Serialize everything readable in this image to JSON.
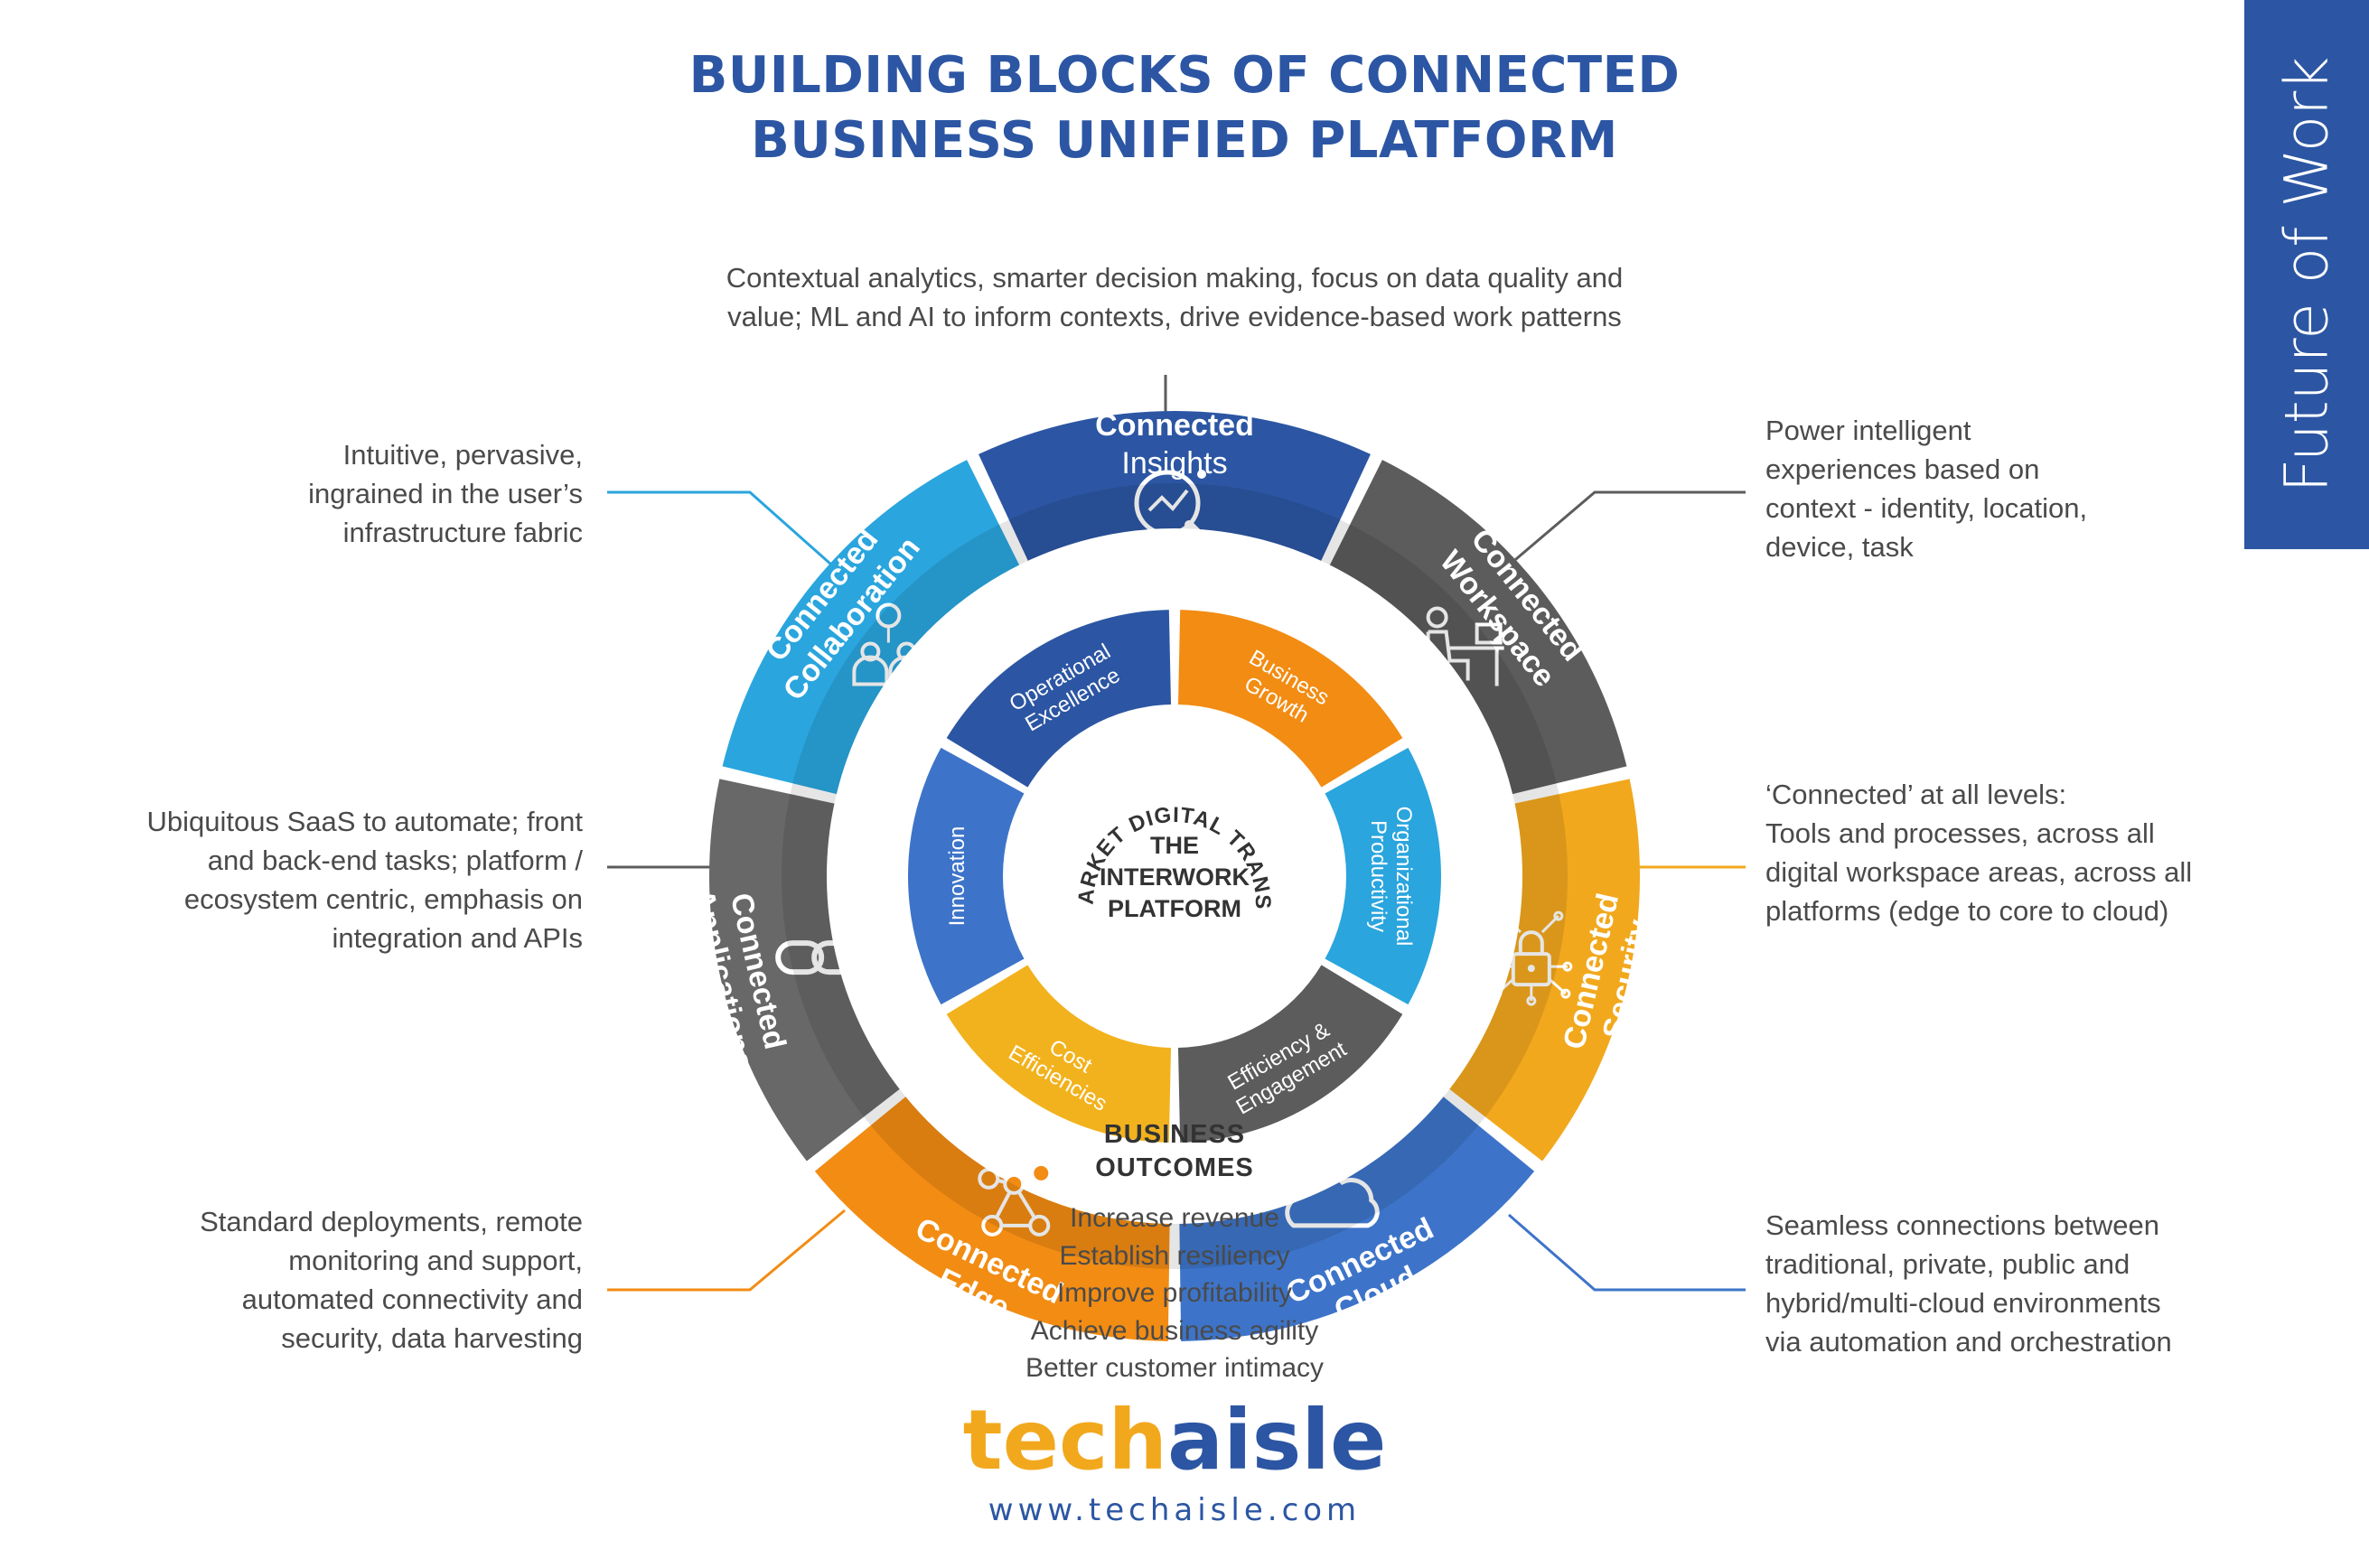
{
  "title": {
    "line1": "BUILDING BLOCKS OF CONNECTED",
    "line2": "BUSINESS UNIFIED PLATFORM"
  },
  "side_tab": "Future of Work",
  "center": {
    "line1": "THE",
    "line2": "INTERWORK",
    "line3": "PLATFORM",
    "ring_text": "SMB & MIDMARKET DIGITAL TRANSFORMATION"
  },
  "outer_segments": [
    {
      "key": "insights",
      "line1": "Connected",
      "line2": "Insights",
      "icon": "analytics-magnifier-icon",
      "color": "#2c56a3"
    },
    {
      "key": "workspace",
      "line1": "Connected",
      "line2": "Workspace",
      "icon": "person-at-desk-icon",
      "color": "#5c5c5c"
    },
    {
      "key": "security",
      "line1": "Connected",
      "line2": "Security",
      "icon": "padlock-circuit-icon",
      "color": "#f2a81d"
    },
    {
      "key": "cloud",
      "line1": "Connected",
      "line2": "Cloud",
      "icon": "cloud-icon",
      "color": "#3d74c9"
    },
    {
      "key": "edge",
      "line1": "Connected",
      "line2": "Edge",
      "icon": "network-nodes-icon",
      "color": "#f28c13"
    },
    {
      "key": "applications",
      "line1": "Connected",
      "line2": "Applications",
      "icon": "chain-link-icon",
      "color": "#686868"
    },
    {
      "key": "collaboration",
      "line1": "Connected",
      "line2": "Collaboration",
      "icon": "team-idea-icon",
      "color": "#2aa5de"
    }
  ],
  "inner_segments": [
    {
      "key": "business-growth",
      "line1": "Business",
      "line2": "Growth",
      "color": "#f28c13"
    },
    {
      "key": "org-productivity",
      "line1": "Organizational",
      "line2": "Productivity",
      "color": "#2aa5de"
    },
    {
      "key": "efficiency-engagement",
      "line1": "Efficiency &",
      "line2": "Engagement",
      "color": "#5c5c5c"
    },
    {
      "key": "cost-efficiencies",
      "line1": "Cost",
      "line2": "Efficiencies",
      "color": "#f2b21d"
    },
    {
      "key": "innovation",
      "line1": "Innovation",
      "line2": "",
      "color": "#3d74c9"
    },
    {
      "key": "operational-excellence",
      "line1": "Operational",
      "line2": "Excellence",
      "color": "#2c56a3"
    }
  ],
  "descriptions": {
    "insights": [
      "Contextual analytics, smarter decision making, focus on data quality and",
      "value; ML and AI to inform contexts, drive evidence-based work patterns"
    ],
    "workspace": [
      "Power intelligent",
      "experiences based on",
      "context - identity, location,",
      "device, task"
    ],
    "security": [
      "‘Connected’ at all levels:",
      "Tools and processes, across all",
      "digital workspace areas, across all",
      "platforms (edge to core to cloud)"
    ],
    "cloud": [
      "Seamless connections between",
      "traditional, private, public and",
      "hybrid/multi-cloud environments",
      "via automation and orchestration"
    ],
    "edge": [
      "Standard deployments, remote",
      "monitoring and support,",
      "automated connectivity and",
      "security, data harvesting"
    ],
    "applications": [
      "Ubiquitous SaaS to automate; front",
      "and back-end tasks; platform /",
      "ecosystem centric, emphasis on",
      "integration and APIs"
    ],
    "collaboration": [
      "Intuitive, pervasive,",
      "ingrained in the user’s",
      "infrastructure fabric"
    ]
  },
  "business_outcomes": {
    "title_line1": "BUSINESS",
    "title_line2": "OUTCOMES",
    "items": [
      "Increase revenue",
      "Establish resiliency",
      "Improve profitability",
      "Achieve business agility",
      "Better customer intimacy"
    ]
  },
  "logo": {
    "part1": "tech",
    "part2": "aisle",
    "url": "www.techaisle.com"
  },
  "colors": {
    "brand_blue": "#2c56a3",
    "brand_orange": "#f2a81d",
    "connector_blue": "#2aa5de",
    "connector_gray": "#5c5c5c",
    "connector_orange": "#f28c13",
    "connector_yellow": "#f2a81d",
    "connector_cloud": "#3d74c9"
  }
}
